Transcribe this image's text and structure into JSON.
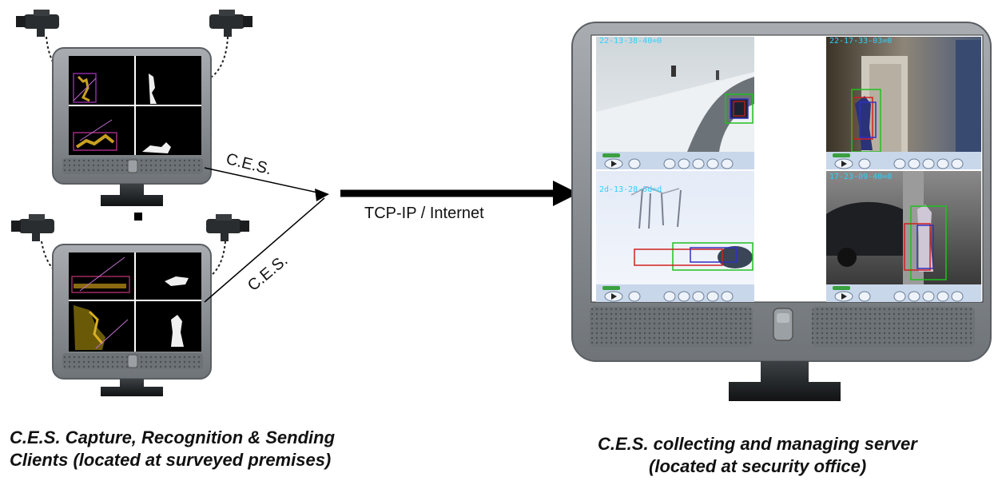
{
  "clients_caption": {
    "line1": "C.E.S. Capture, Recognition & Sending",
    "line2": "Clients (located at surveyed premises)"
  },
  "server_caption": {
    "line1": "C.E.S. collecting and managing server",
    "line2": "(located at security office)"
  },
  "edges": {
    "client1_label": "C.E.S.",
    "client2_label": "C.E.S.",
    "network_label": "TCP-IP / Internet"
  },
  "server_screen": {
    "timestamps": [
      "22-13-38-40=0",
      "22-17-33-03=0",
      "2d-13-28-6d=d",
      "17-23-09-40=0"
    ]
  },
  "colors": {
    "monitor_bezel": "#8a8f94",
    "monitor_dark": "#4e5357",
    "client_screen": "#000000",
    "client_grid": "#ffffff",
    "arrow": "#000000",
    "player_bar": "#c9d7ea",
    "timestamp": "#2fd0ff",
    "box_red": "#d02020",
    "box_green": "#20c020",
    "box_blue": "#3030c0"
  },
  "icons": [
    "security-camera-icon",
    "play-icon",
    "monitor-icon"
  ]
}
